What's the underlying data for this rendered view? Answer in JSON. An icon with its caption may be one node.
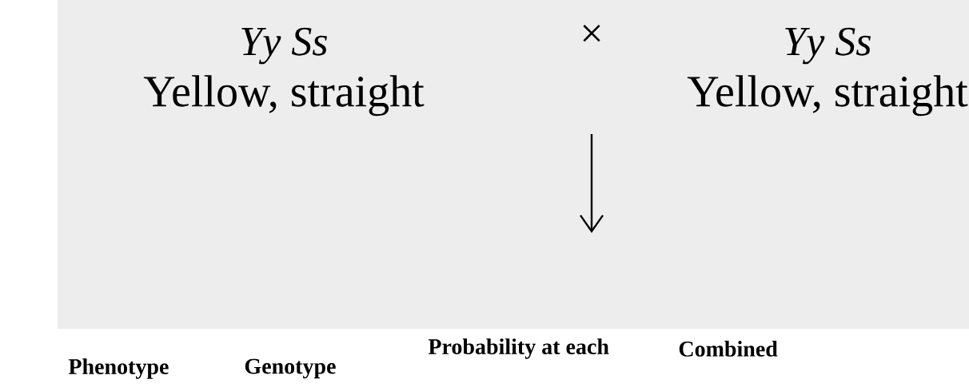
{
  "diagram": {
    "nodes": [
      {
        "text": [
          "Yy Ss",
          "Yellow, straight"
        ]
      },
      {
        "text": [
          "Yy Ss",
          "Yellow, straight"
        ]
      }
    ],
    "labels": [
      "×",
      "Phenotype",
      "Genotype",
      "Probability at each",
      "Combined"
    ]
  }
}
